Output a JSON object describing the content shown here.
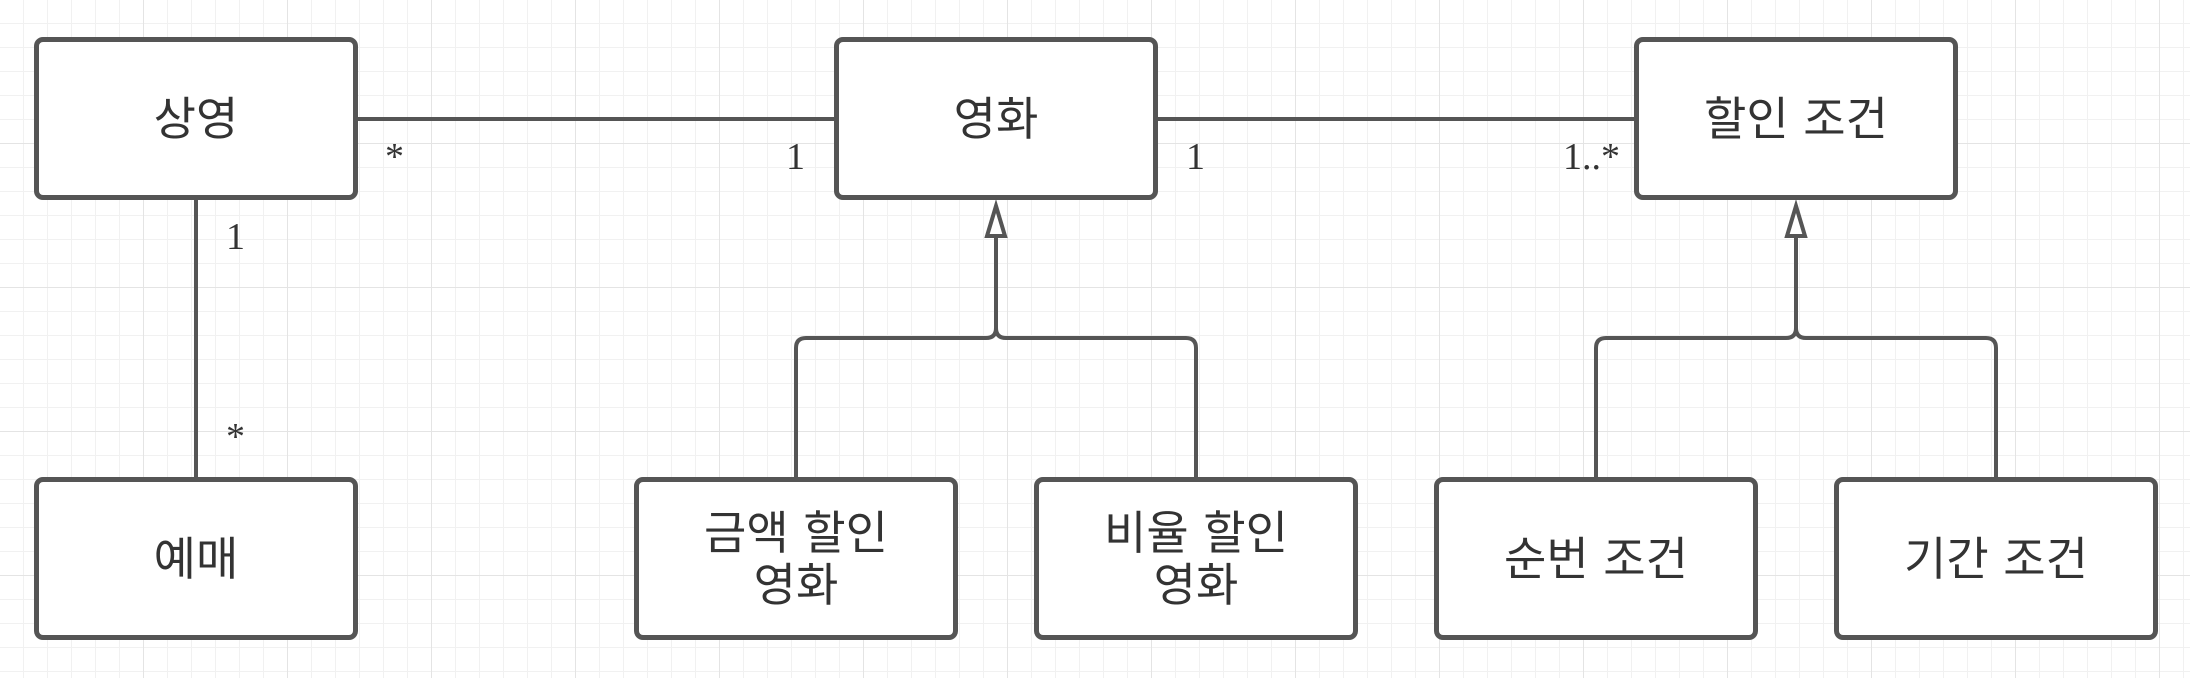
{
  "diagram": {
    "classes": {
      "screening": "상영",
      "movie": "영화",
      "discount_condition": "할인 조건",
      "reservation": "예매",
      "amount_discount_movie": "금액 할인\n영화",
      "percent_discount_movie": "비율 할인\n영화",
      "sequence_condition": "순번 조건",
      "period_condition": "기간 조건"
    },
    "associations": {
      "screening_movie": {
        "source_multiplicity": "*",
        "target_multiplicity": "1"
      },
      "movie_condition": {
        "source_multiplicity": "1",
        "target_multiplicity": "1..*"
      },
      "screening_reservation": {
        "source_multiplicity": "1",
        "target_multiplicity": "*"
      }
    },
    "colors": {
      "stroke": "#555555",
      "text": "#333333",
      "grid": "#e4e4e4"
    }
  }
}
